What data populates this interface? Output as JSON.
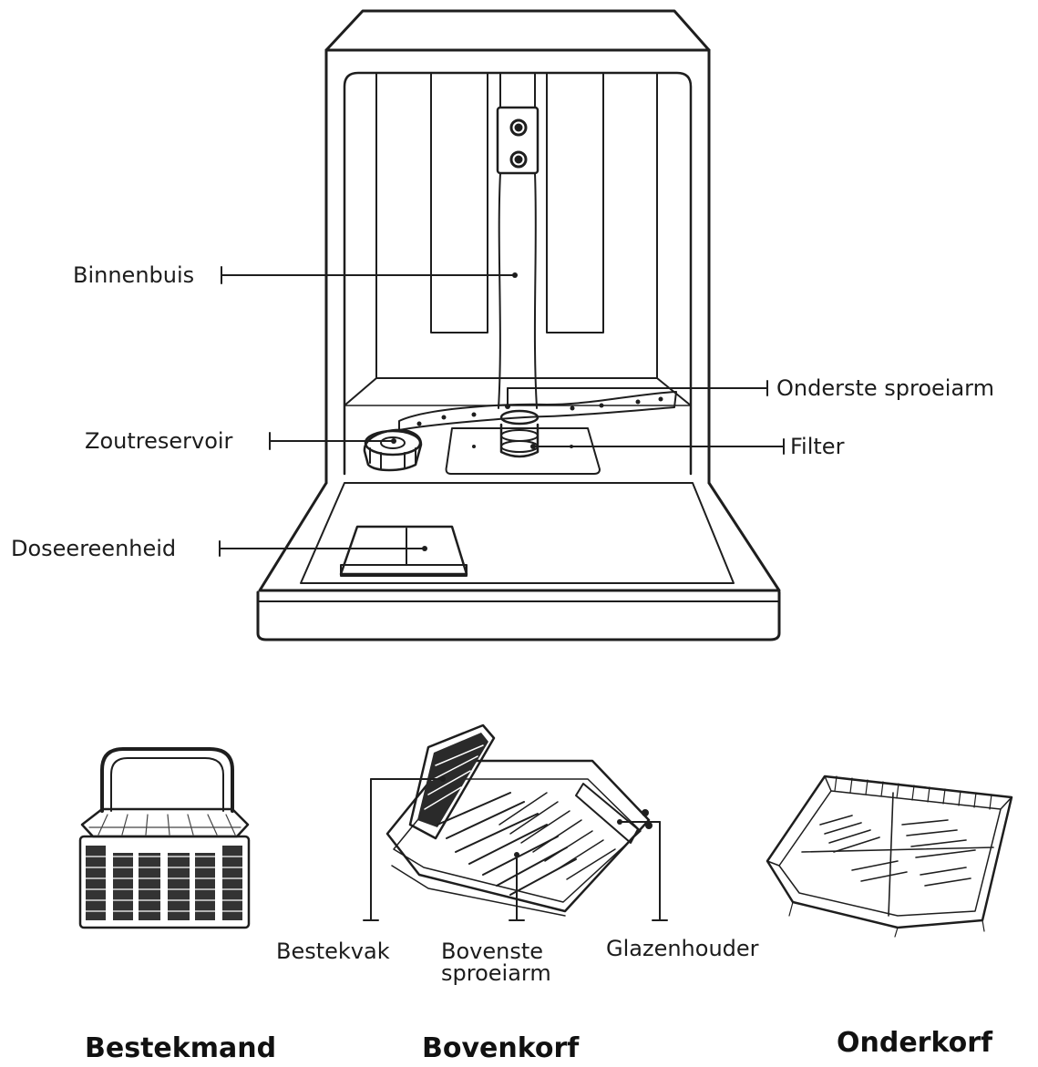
{
  "labels": {
    "binnenbuis": "Binnenbuis",
    "onderste_sproeiarm": "Onderste sproeiarm",
    "zoutreservoir": "Zoutreservoir",
    "filter": "Filter",
    "doseereenheid": "Doseereenheid",
    "bestekvak": "Bestekvak",
    "bovenste_sproeiarm_line1": "Bovenste",
    "bovenste_sproeiarm_line2": "sproeiarm",
    "glazenhouder": "Glazenhouder"
  },
  "titles": {
    "bestekmand": "Bestekmand",
    "bovenkorf": "Bovenkorf",
    "onderkorf": "Onderkorf"
  }
}
